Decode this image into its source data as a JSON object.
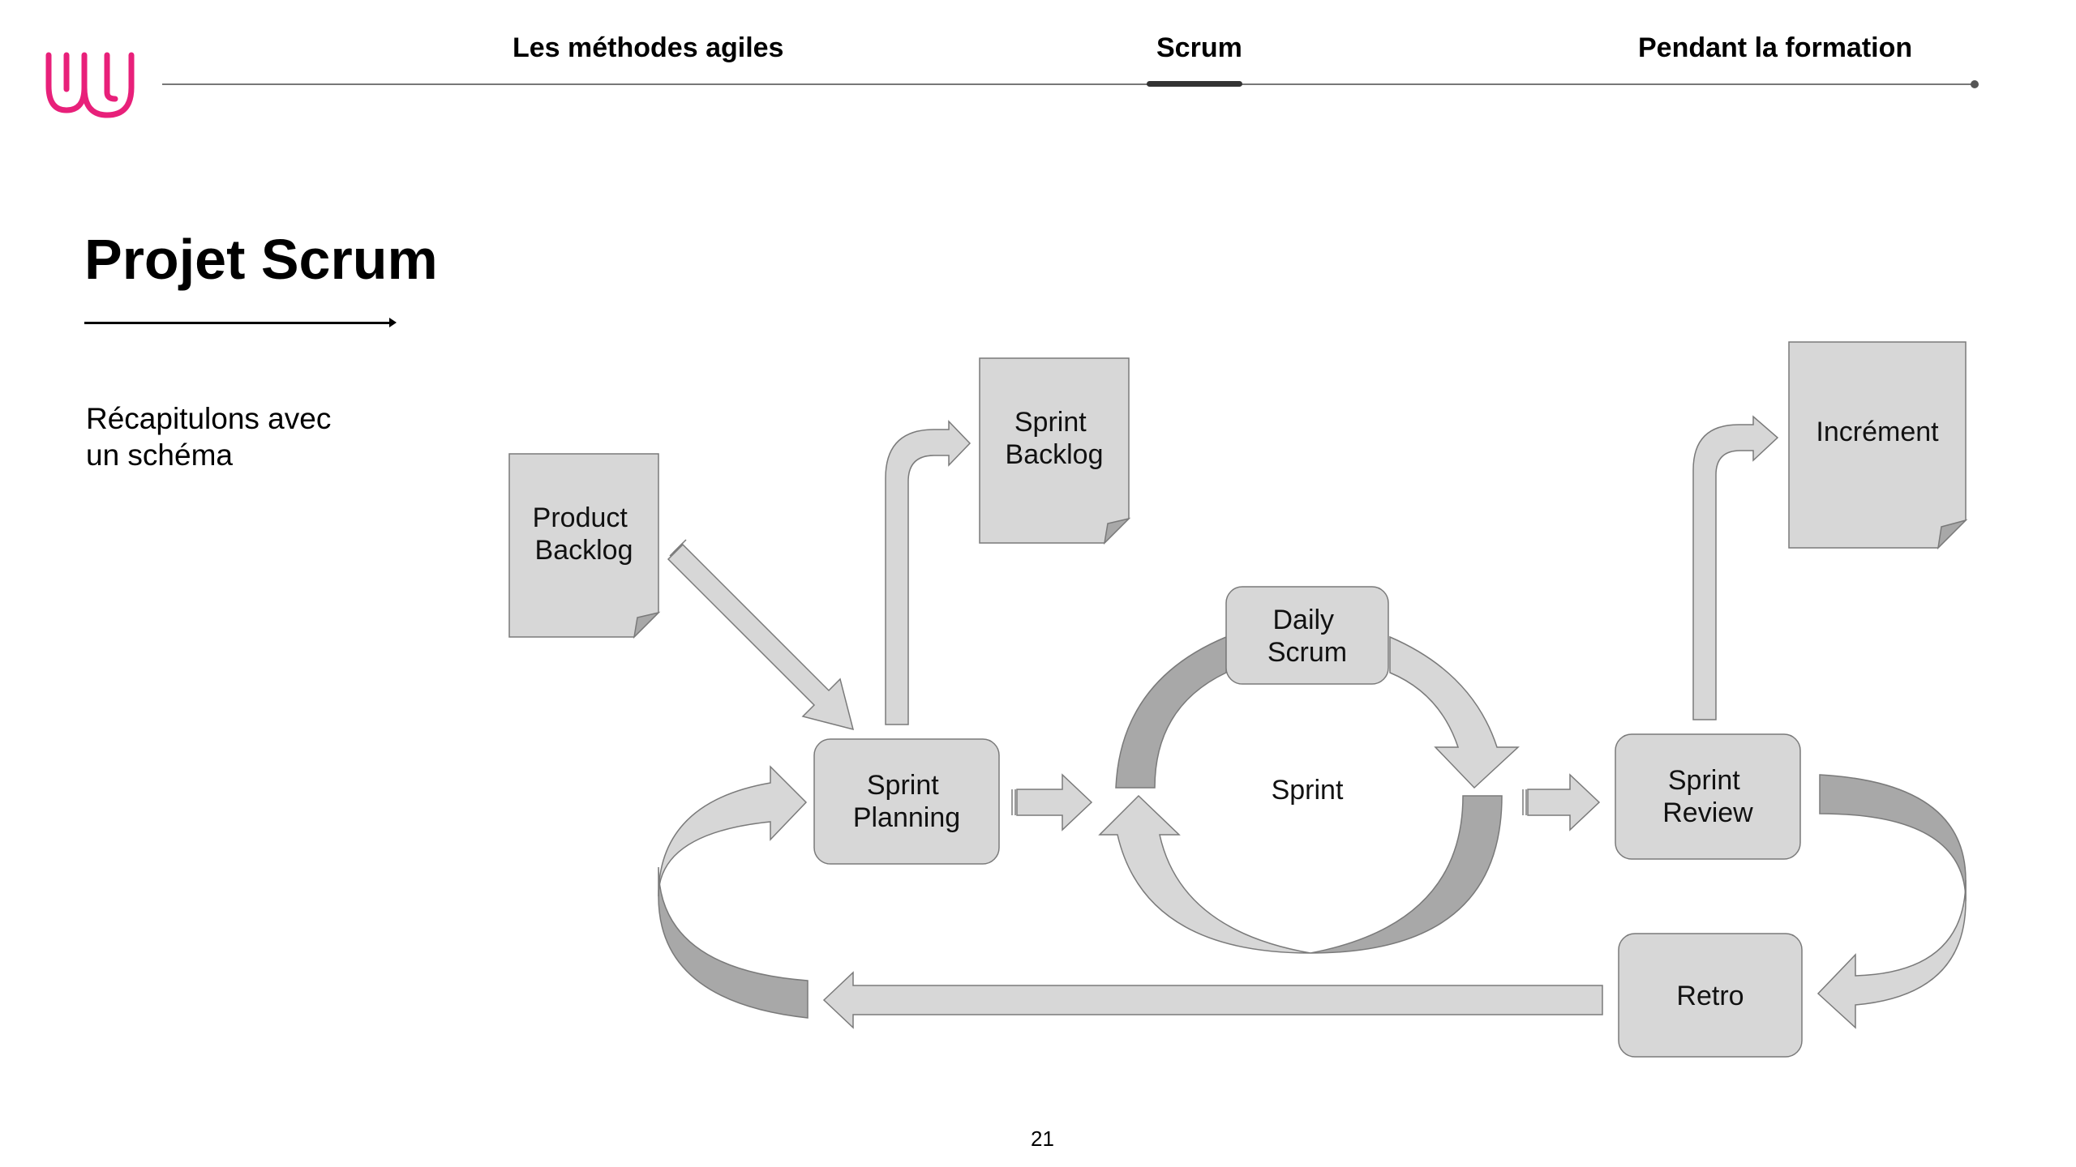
{
  "header": {
    "tabs": [
      {
        "label": "Les méthodes agiles",
        "active": false
      },
      {
        "label": "Scrum",
        "active": true
      },
      {
        "label": "Pendant la formation",
        "active": false
      }
    ]
  },
  "brand_color": "#e8207a",
  "page": {
    "title": "Projet Scrum",
    "subtitle_line1": "Récapitulons avec",
    "subtitle_line2": "un schéma",
    "number": "21"
  },
  "diagram": {
    "nodes": {
      "product_backlog": [
        "Product",
        "Backlog"
      ],
      "sprint_backlog": [
        "Sprint",
        "Backlog"
      ],
      "increment": [
        "Incrément"
      ],
      "sprint_planning": [
        "Sprint",
        "Planning"
      ],
      "daily_scrum": [
        "Daily",
        "Scrum"
      ],
      "sprint": [
        "Sprint"
      ],
      "sprint_review": [
        "Sprint",
        "Review"
      ],
      "retro": [
        "Retro"
      ]
    },
    "colors": {
      "fill": "#d7d7d7",
      "dark": "#a8a8a8",
      "stroke": "#7a7a7a"
    }
  }
}
